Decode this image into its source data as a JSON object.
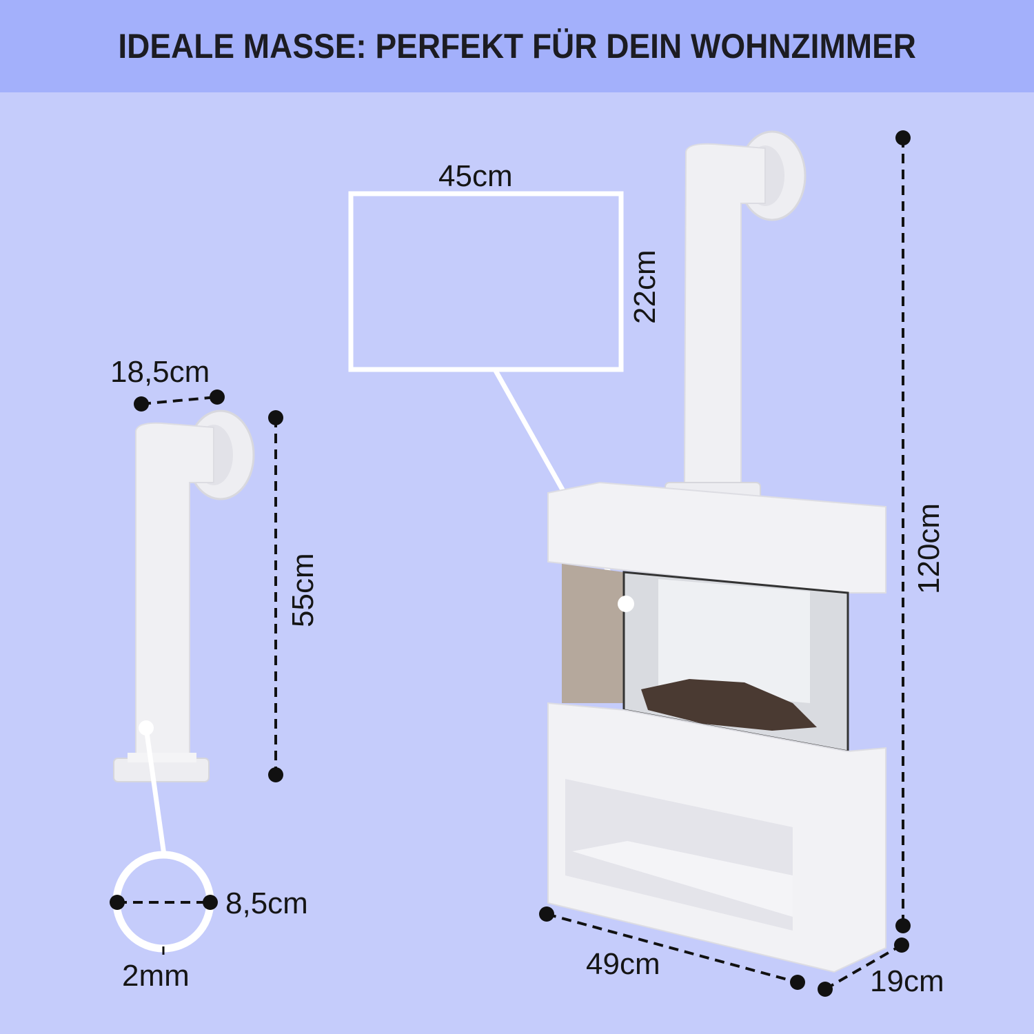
{
  "header": {
    "title": "IDEALE MASSE: PERFEKT FÜR DEIN WOHNZIMMER"
  },
  "colors": {
    "header_bg": "#a3b0fb",
    "background": "#c5ccfb",
    "text": "#151515",
    "product": "#f2f2f4"
  },
  "dimensions": {
    "pipe_width": "18,5cm",
    "pipe_height": "55cm",
    "pipe_diameter": "8,5cm",
    "pipe_wall": "2mm",
    "display_width": "45cm",
    "display_height": "22cm",
    "total_height": "120cm",
    "width": "49cm",
    "depth": "19cm"
  }
}
